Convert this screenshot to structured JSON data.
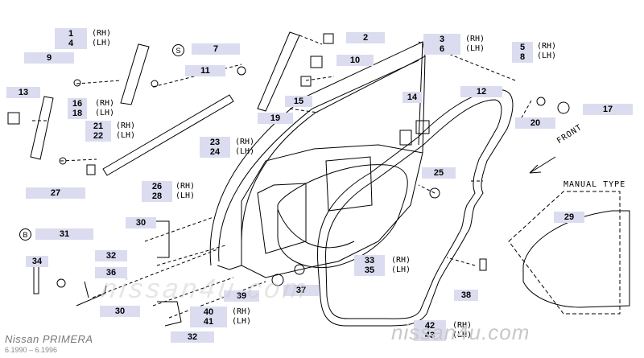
{
  "diagram": {
    "callouts": {
      "c1_4": [
        "1",
        "4"
      ],
      "c2": "2",
      "c3_6": [
        "3",
        "6"
      ],
      "c5_8": [
        "5",
        "8"
      ],
      "c7": "7",
      "c9": "9",
      "c10": "10",
      "c11": "11",
      "c12": "12",
      "c13": "13",
      "c14": "14",
      "c15": "15",
      "c16_18": [
        "16",
        "18"
      ],
      "c17": "17",
      "c19": "19",
      "c20": "20",
      "c21_22": [
        "21",
        "22"
      ],
      "c23_24": [
        "23",
        "24"
      ],
      "c25": "25",
      "c26_28": [
        "26",
        "28"
      ],
      "c27": "27",
      "c29": "29",
      "c30a": "30",
      "c30b": "30",
      "c31": "31",
      "c32a": "32",
      "c32b": "32",
      "c33_35": [
        "33",
        "35"
      ],
      "c34": "34",
      "c36": "36",
      "c37": "37",
      "c38": "38",
      "c39": "39",
      "c40_41": [
        "40",
        "41"
      ],
      "c42_43": [
        "42",
        "43"
      ]
    },
    "side_labels": {
      "rh": "(RH)",
      "lh": "(LH)"
    },
    "circle_s": "S",
    "circle_b": "B",
    "front_label": "FRONT",
    "manual_type_label": "MANUAL TYPE",
    "footer": {
      "model": "Nissan PRIMERA",
      "years": "6.1990 – 6.1996"
    },
    "watermarks": {
      "bottom_right": "nissan4u.com",
      "center": "nissan4u.com"
    }
  },
  "colors": {
    "callout_bg": "#dcdcf0",
    "line": "#000000",
    "watermark": "#c8c8c8"
  }
}
